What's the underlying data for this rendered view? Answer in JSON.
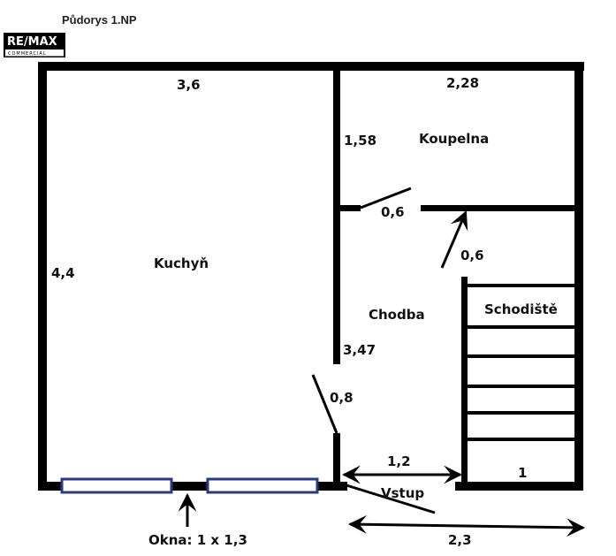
{
  "title": "Půdorys 1.NP",
  "logo": {
    "brand": "RE/MAX",
    "sub": "COMMERCIAL"
  },
  "rooms": {
    "kitchen": "Kuchyň",
    "bathroom": "Koupelna",
    "hallway": "Chodba",
    "staircase": "Schodiště",
    "entrance": "Vstup"
  },
  "dimensions": {
    "kitchen_width": "3,6",
    "kitchen_length": "4,4",
    "bathroom_width": "2,28",
    "bathroom_length": "1,58",
    "bathroom_door": "0,6",
    "hall_door": "0,6",
    "hall_length": "3,47",
    "kitchen_door": "0,8",
    "entrance_width": "1,2",
    "stair_width": "1",
    "total_width": "2,3"
  },
  "windows_label": "Okna: 1 x 1,3",
  "colors": {
    "wall": "#000000",
    "window": "#2b3a7a"
  }
}
